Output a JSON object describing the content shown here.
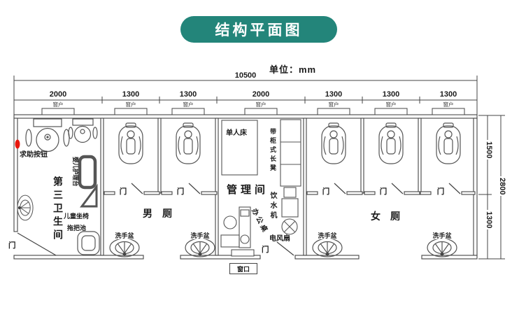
{
  "title": "结构平面图",
  "unit_label": "单位：mm",
  "colors": {
    "banner": "#23857a",
    "line": "#444444",
    "alert_red": "#e8170e"
  },
  "dimensions": {
    "total_width": "10500",
    "top_segments": [
      "2000",
      "1300",
      "1300",
      "2000",
      "1300",
      "1300",
      "1300"
    ],
    "right": {
      "upper": "1500",
      "overall": "2800",
      "lower": "1300"
    }
  },
  "common": {
    "window_label": "窗户",
    "door_label": "门",
    "basin_label": "洗手盆"
  },
  "rooms": {
    "accessible": {
      "name": "第三卫生间",
      "help_button": "求助按钮",
      "baby_table": "婴儿护理台",
      "child_seat": "儿童坐椅",
      "mop_pool": "拖把池"
    },
    "mens": {
      "name": "男厕"
    },
    "management": {
      "name": "管理间",
      "bed": "单人床",
      "bench": "带柜式长凳",
      "water_dispenser": "饮水机",
      "desk": "办公桌",
      "fan": "电风扇",
      "service_window": "窗口"
    },
    "womens": {
      "name": "女厕"
    }
  }
}
